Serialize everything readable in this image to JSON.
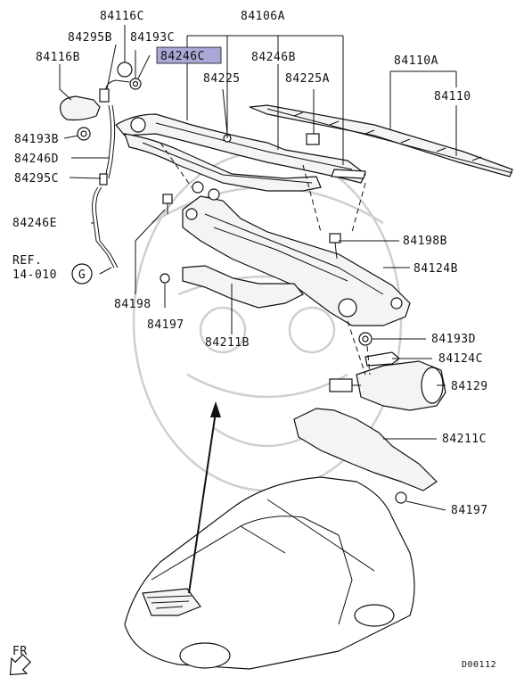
{
  "labels": {
    "p84116C": "84116C",
    "p84106A": "84106A",
    "p84295B": "84295B",
    "p84193C": "84193C",
    "p84116B": "84116B",
    "p84246C": "84246C",
    "p84246B": "84246B",
    "p84110A": "84110A",
    "p84225": "84225",
    "p84225A": "84225A",
    "p84110": "84110",
    "p84193B": "84193B",
    "p84246D": "84246D",
    "p84295C": "84295C",
    "p84246E": "84246E",
    "ref": "REF.",
    "ref_no": "14-010",
    "ref_circle": "G",
    "p84198B": "84198B",
    "p84124B": "84124B",
    "p84198": "84198",
    "p84197_left": "84197",
    "p84211B": "84211B",
    "p84193D": "84193D",
    "p84124C": "84124C",
    "p84129": "84129",
    "p84211C": "84211C",
    "p84197_right": "84197",
    "fr": "FR",
    "diagram_code": "D00112"
  },
  "colors": {
    "highlight": "#a9a9d8",
    "line": "#111111",
    "watermark": "#cfcfcf"
  }
}
